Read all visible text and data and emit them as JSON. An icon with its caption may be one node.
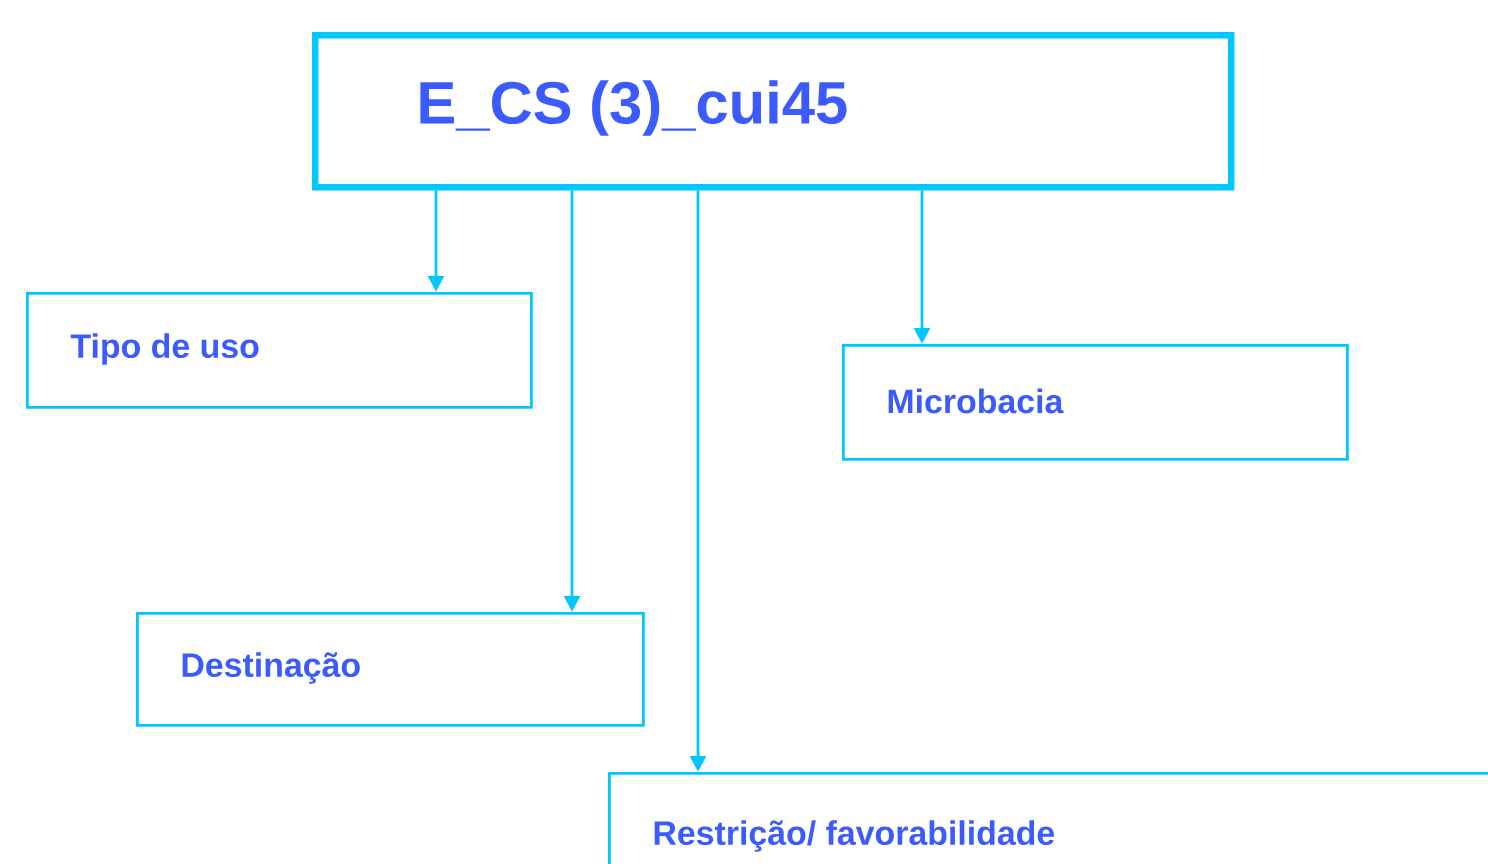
{
  "diagram": {
    "nodes": [
      {
        "text": [
          "E_CS (3)_cui45"
        ]
      },
      {
        "text": [
          "Tipo de uso"
        ]
      },
      {
        "text": [
          "Microbacia"
        ]
      },
      {
        "text": [
          "Destinação"
        ]
      },
      {
        "text": [
          "Restrição/ favorabilidade"
        ]
      }
    ],
    "edges": [
      {
        "from": 0,
        "to": 1,
        "arrow": "to"
      },
      {
        "from": 0,
        "to": 3,
        "arrow": "to"
      },
      {
        "from": 0,
        "to": 4,
        "arrow": "to"
      },
      {
        "from": 0,
        "to": 2,
        "arrow": "to"
      }
    ]
  }
}
